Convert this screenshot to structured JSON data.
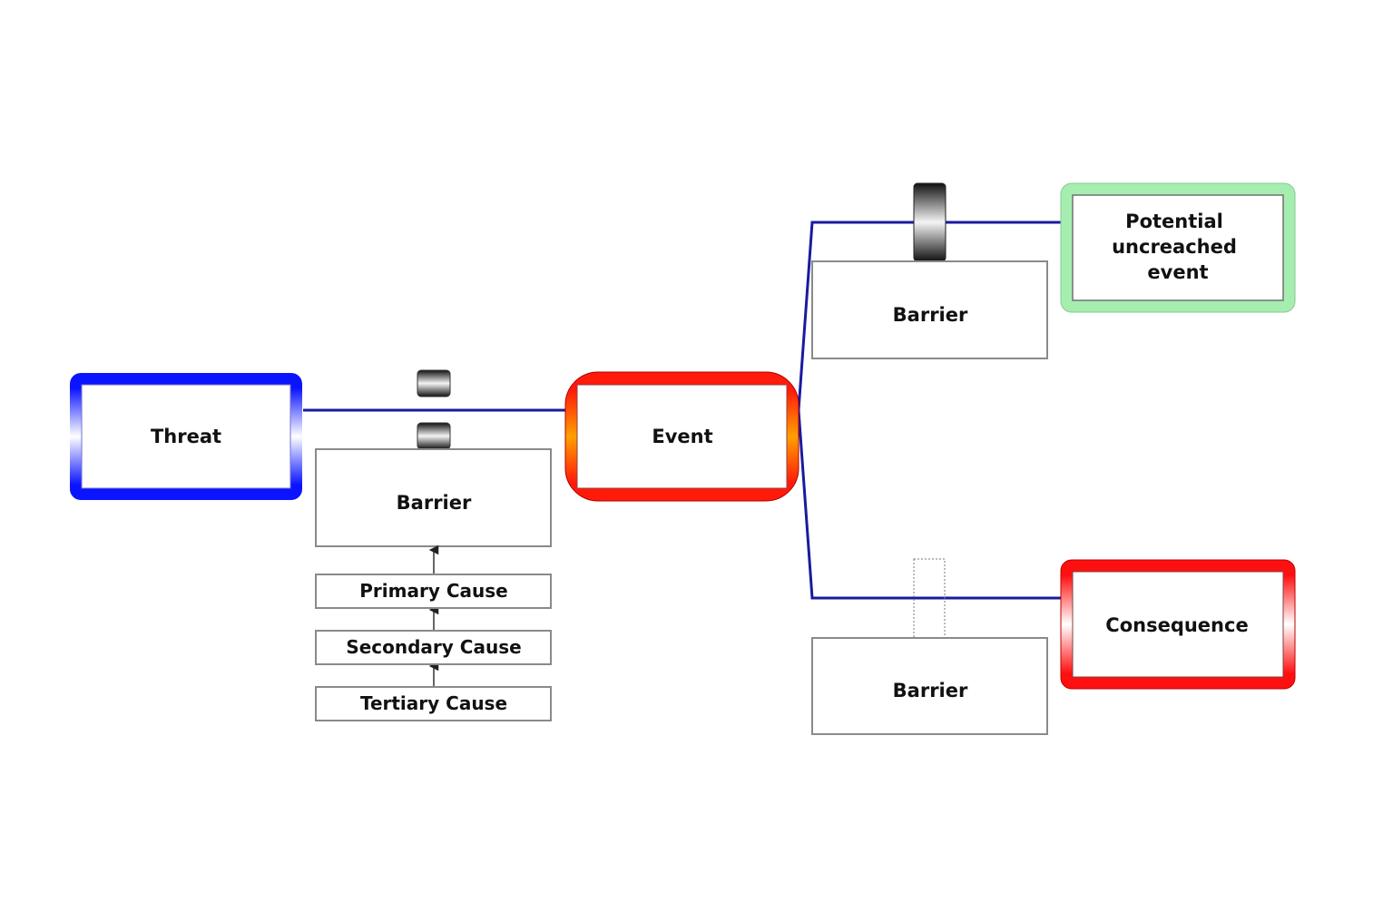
{
  "diagram": {
    "type": "bow-tie risk diagram",
    "nodes": {
      "threat": {
        "label": "Threat",
        "color": "#0a14ff"
      },
      "event": {
        "label": "Event",
        "color": "#ff1a0a",
        "accent": "#ff9a00"
      },
      "potential": {
        "label_lines": [
          "Potential",
          "uncreached",
          "event"
        ],
        "color": "#a6eeb0"
      },
      "consequence": {
        "label": "Consequence",
        "color": "#ff1010"
      }
    },
    "barriers": {
      "left": {
        "label": "Barrier"
      },
      "top_right": {
        "label": "Barrier"
      },
      "bottom_right": {
        "label": "Barrier"
      }
    },
    "causes": [
      {
        "label": "Primary Cause"
      },
      {
        "label": "Secondary Cause"
      },
      {
        "label": "Tertiary Cause"
      }
    ],
    "connector_color": "#1a1aa0"
  }
}
